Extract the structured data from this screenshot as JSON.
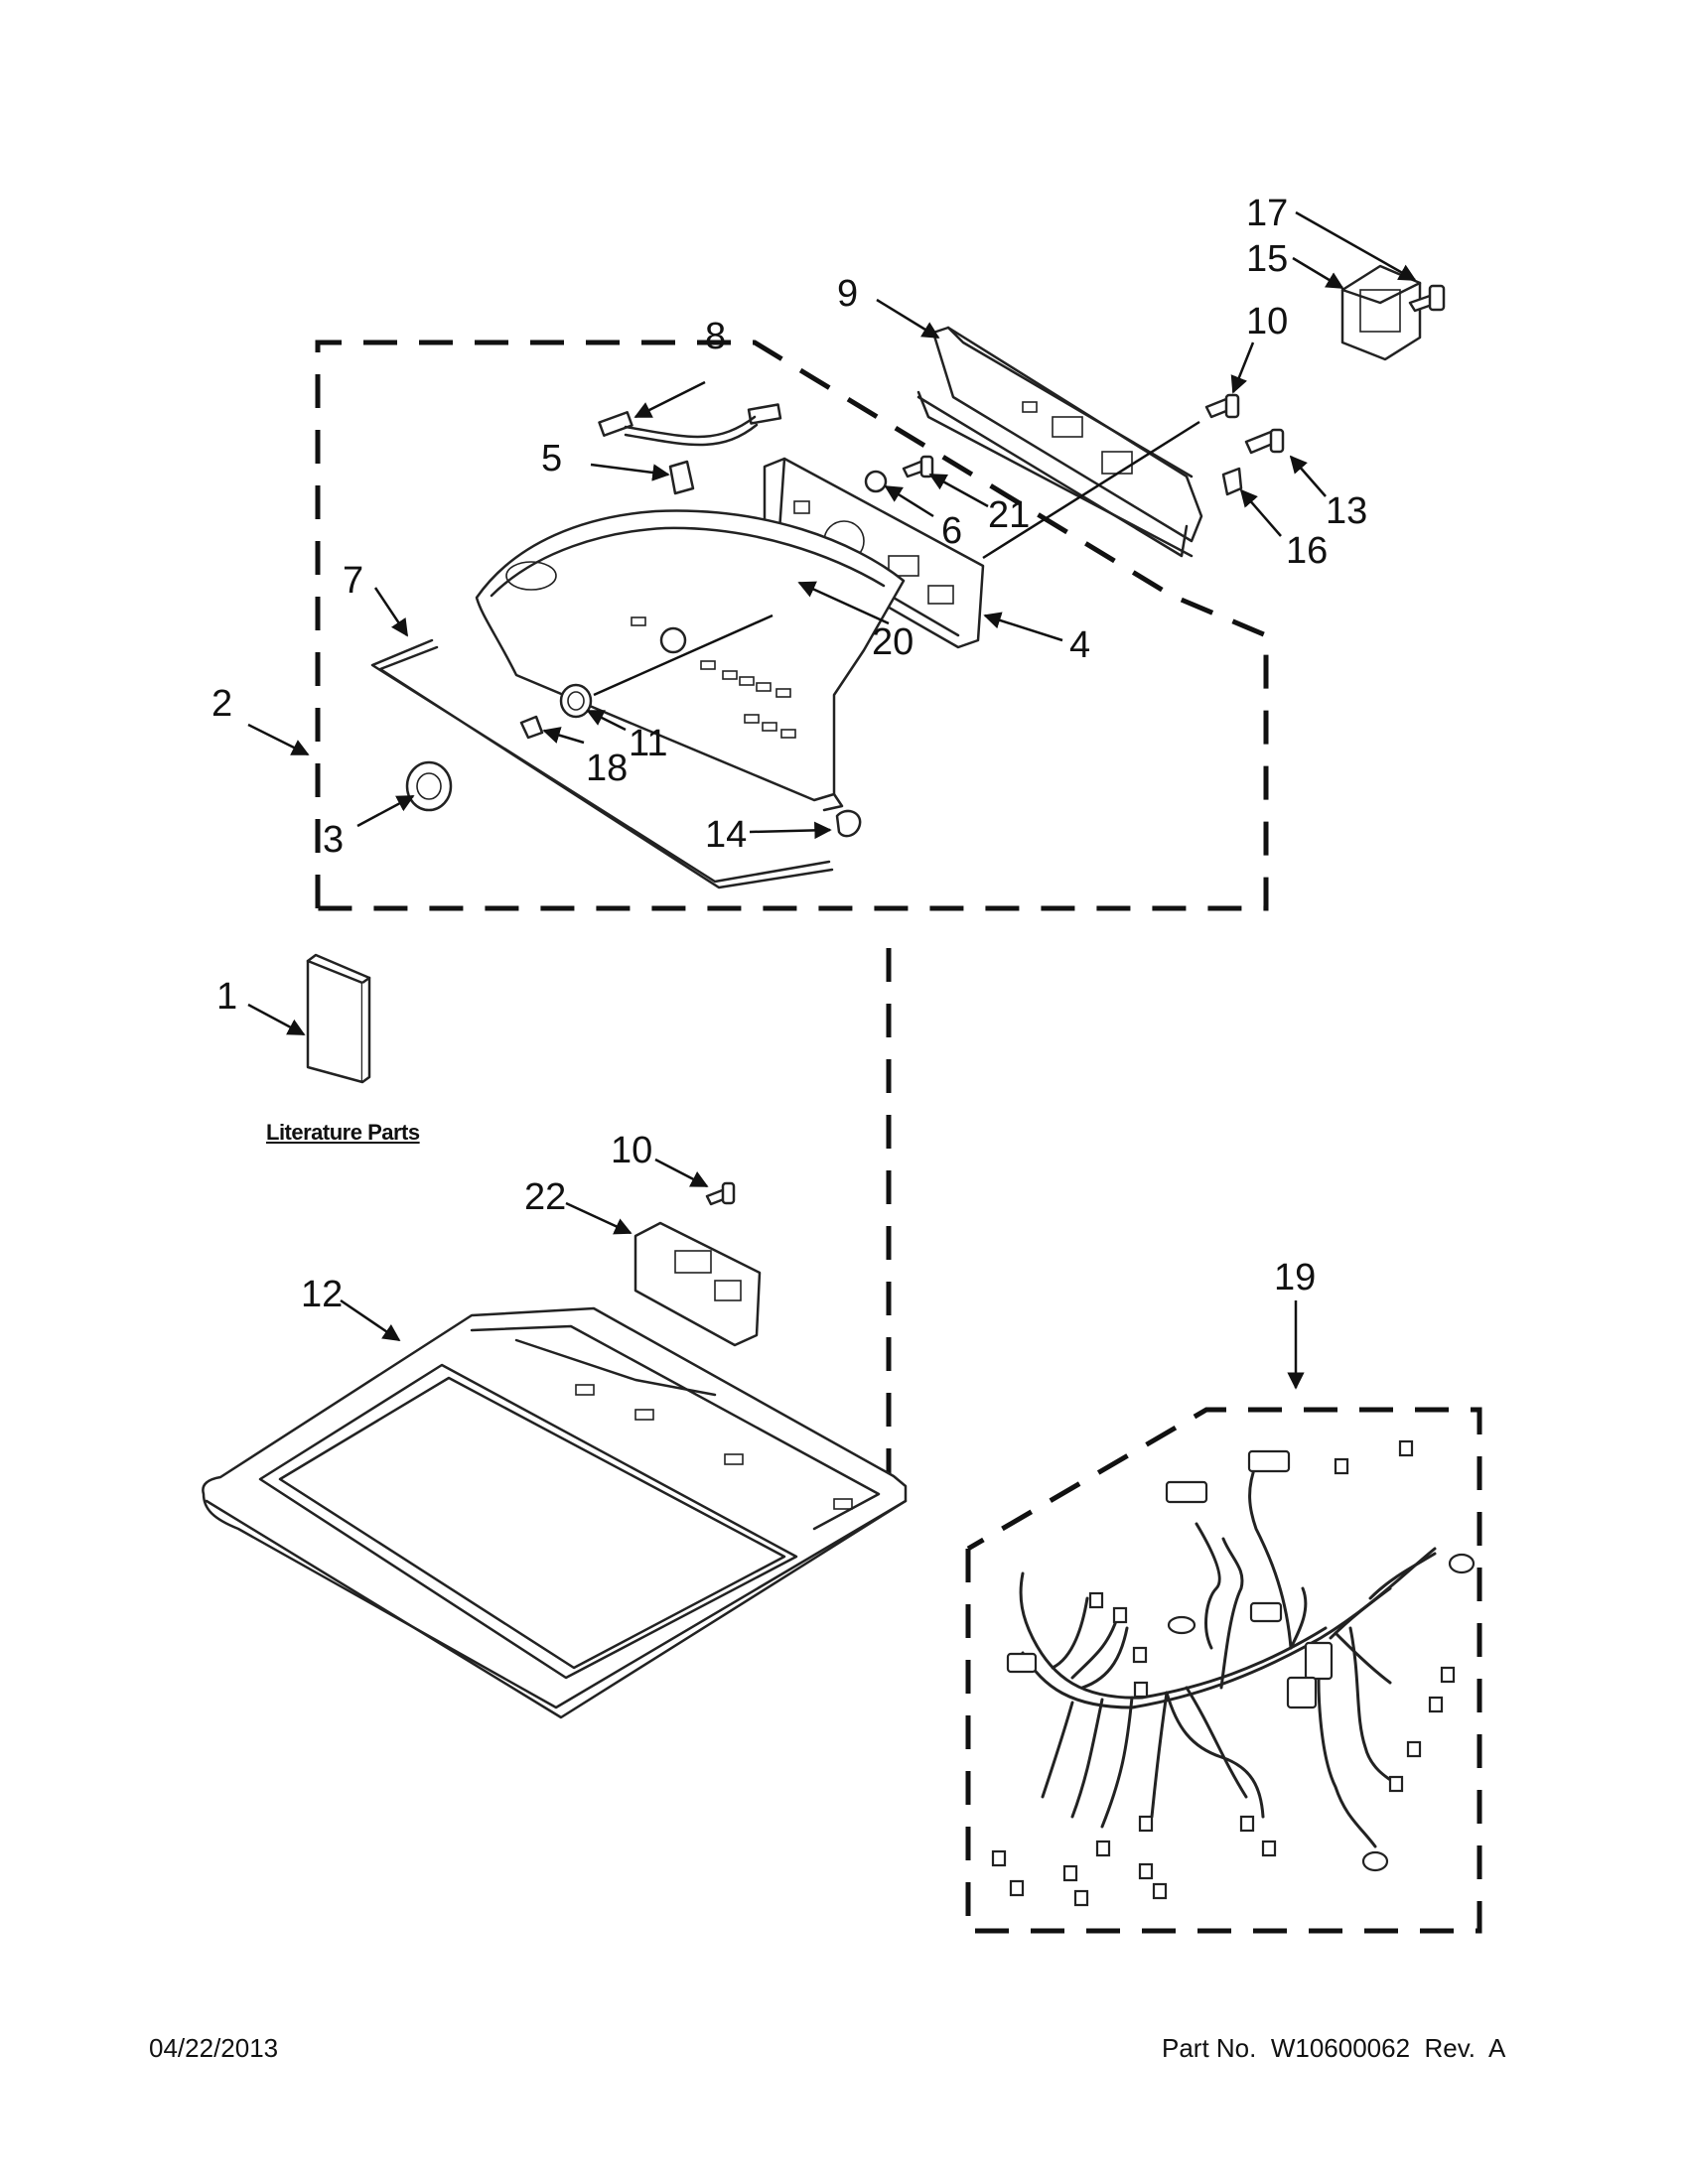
{
  "callouts": {
    "c1": "1",
    "c2": "2",
    "c3": "3",
    "c4": "4",
    "c5": "5",
    "c6": "6",
    "c7": "7",
    "c8": "8",
    "c9": "9",
    "c10a": "10",
    "c10b": "10",
    "c11": "11",
    "c12": "12",
    "c13": "13",
    "c14": "14",
    "c15": "15",
    "c16": "16",
    "c17": "17",
    "c18": "18",
    "c19": "19",
    "c20": "20",
    "c21": "21",
    "c22": "22"
  },
  "literature_label": "Literature Parts",
  "footer": {
    "date": "04/22/2013",
    "part_number": "Part No.  W10600062  Rev.  A"
  }
}
